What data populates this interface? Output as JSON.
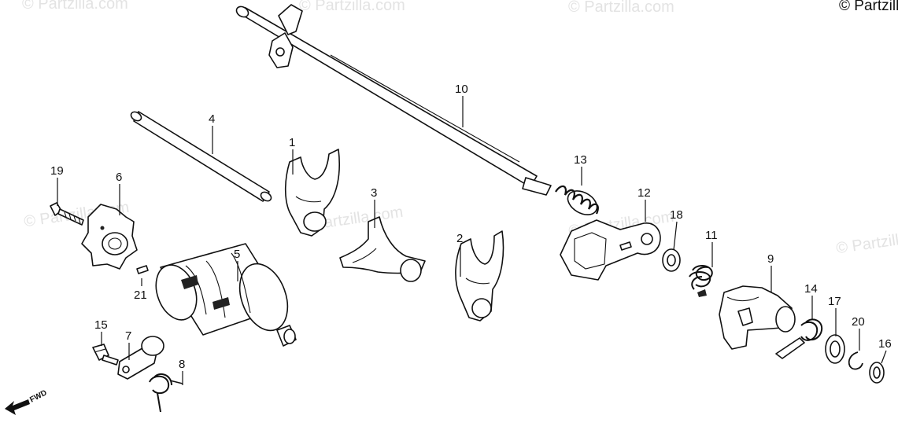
{
  "copyright": "© Partzilla.com",
  "watermark": "© Partzilla.com",
  "fwd_label": "FWD",
  "callouts": [
    {
      "id": "1",
      "name": "shift-fork-1"
    },
    {
      "id": "2",
      "name": "shift-fork-2"
    },
    {
      "id": "3",
      "name": "shift-fork-3"
    },
    {
      "id": "4",
      "name": "fork-shaft"
    },
    {
      "id": "5",
      "name": "shift-drum"
    },
    {
      "id": "6",
      "name": "drum-stopper-plate"
    },
    {
      "id": "7",
      "name": "stopper-arm"
    },
    {
      "id": "8",
      "name": "stopper-spring"
    },
    {
      "id": "9",
      "name": "drum-shifter"
    },
    {
      "id": "10",
      "name": "gearshift-spindle"
    },
    {
      "id": "11",
      "name": "return-spring"
    },
    {
      "id": "12",
      "name": "spindle-plate"
    },
    {
      "id": "13",
      "name": "spindle-spring"
    },
    {
      "id": "14",
      "name": "shifter-spring"
    },
    {
      "id": "15",
      "name": "stopper-bolt"
    },
    {
      "id": "16",
      "name": "collar"
    },
    {
      "id": "17",
      "name": "washer"
    },
    {
      "id": "18",
      "name": "spindle-washer"
    },
    {
      "id": "19",
      "name": "bolt"
    },
    {
      "id": "20",
      "name": "circlip"
    },
    {
      "id": "21",
      "name": "dowel-pin"
    }
  ]
}
